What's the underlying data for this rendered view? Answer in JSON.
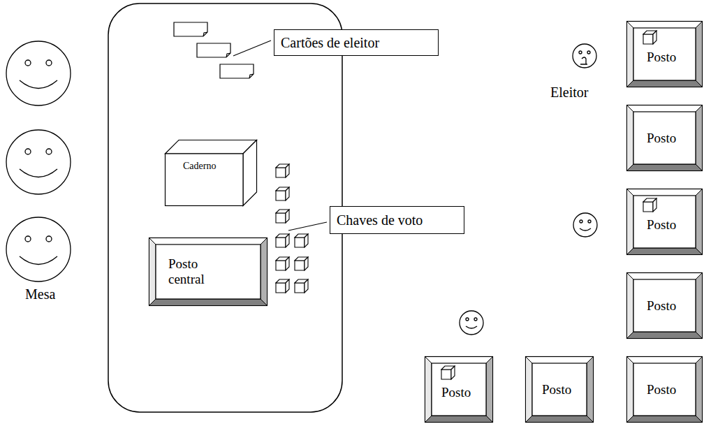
{
  "diagram": {
    "nodes": [
      {
        "text": [
          "Cartões de eleitor"
        ]
      },
      {
        "text": [
          "Caderno"
        ]
      },
      {
        "text": [
          "Chaves de voto"
        ]
      },
      {
        "text": [
          "Posto central"
        ]
      },
      {
        "text": [
          "Posto"
        ]
      },
      {
        "text": [
          "Posto"
        ]
      },
      {
        "text": [
          "Posto"
        ]
      },
      {
        "text": [
          "Posto"
        ]
      },
      {
        "text": [
          "Posto"
        ]
      },
      {
        "text": [
          "Posto"
        ]
      },
      {
        "text": [
          "Posto"
        ]
      }
    ],
    "labels": [
      "Eleitor",
      "Mesa"
    ]
  }
}
